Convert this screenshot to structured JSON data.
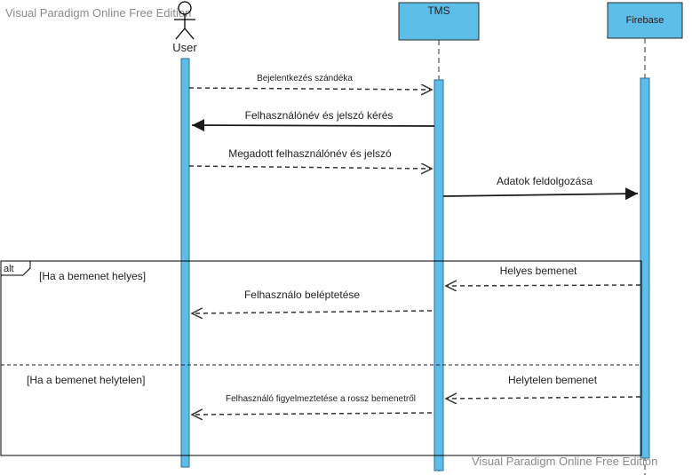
{
  "watermark_top": "Visual Paradigm Online Free Edition",
  "watermark_bottom": "Visual Paradigm Online Free Edition",
  "participants": {
    "user": "User",
    "tms": "TMS",
    "firebase": "Firebase"
  },
  "messages": [
    {
      "text": "Bejelentkezés szándéka"
    },
    {
      "text": "Felhasználónév és jelszó kérés"
    },
    {
      "text": "Megadott felhasználónév és jelszó"
    },
    {
      "text": "Adatok feldolgozása"
    },
    {
      "text": "Helyes bemenet"
    },
    {
      "text": "Felhasználo beléptetése"
    },
    {
      "text": "Helytelen bemenet"
    },
    {
      "text": "Felhasználó figyelmeztetése a rossz bemenetről"
    }
  ],
  "fragment": {
    "operator": "alt",
    "guard1": "[Ha a bemenet helyes]",
    "guard2": "[Ha a bemenet helytelen]"
  },
  "colors": {
    "activation": "#5cbde8",
    "participant_fill": "#5cbde8"
  }
}
